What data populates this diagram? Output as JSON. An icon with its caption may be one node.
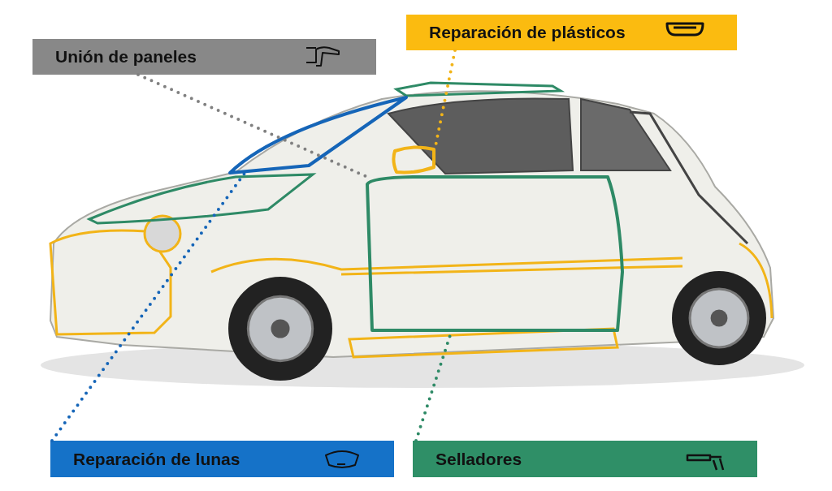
{
  "diagram": {
    "nodes": [
      {
        "text": [
          "Unión de paneles"
        ]
      },
      {
        "text": [
          "Reparación de plásticos"
        ]
      },
      {
        "text": [
          "Reparación de lunas"
        ]
      },
      {
        "text": [
          "Selladores"
        ]
      },
      {
        "text": [],
        "shape": "picture"
      },
      {
        "text": [],
        "shape": "picture"
      },
      {
        "text": [],
        "shape": "picture"
      }
    ],
    "edges": [
      {
        "from": 0,
        "to": 6,
        "arrow": "none",
        "color": "#808080"
      },
      {
        "from": 1,
        "to": 5,
        "arrow": "none",
        "color": "#f2b418"
      },
      {
        "from": 2,
        "to": 4,
        "arrow": "none",
        "color": "#1565b8"
      },
      {
        "from": 3,
        "to": 6,
        "arrow": "none",
        "color": "#2e8a66"
      }
    ]
  }
}
